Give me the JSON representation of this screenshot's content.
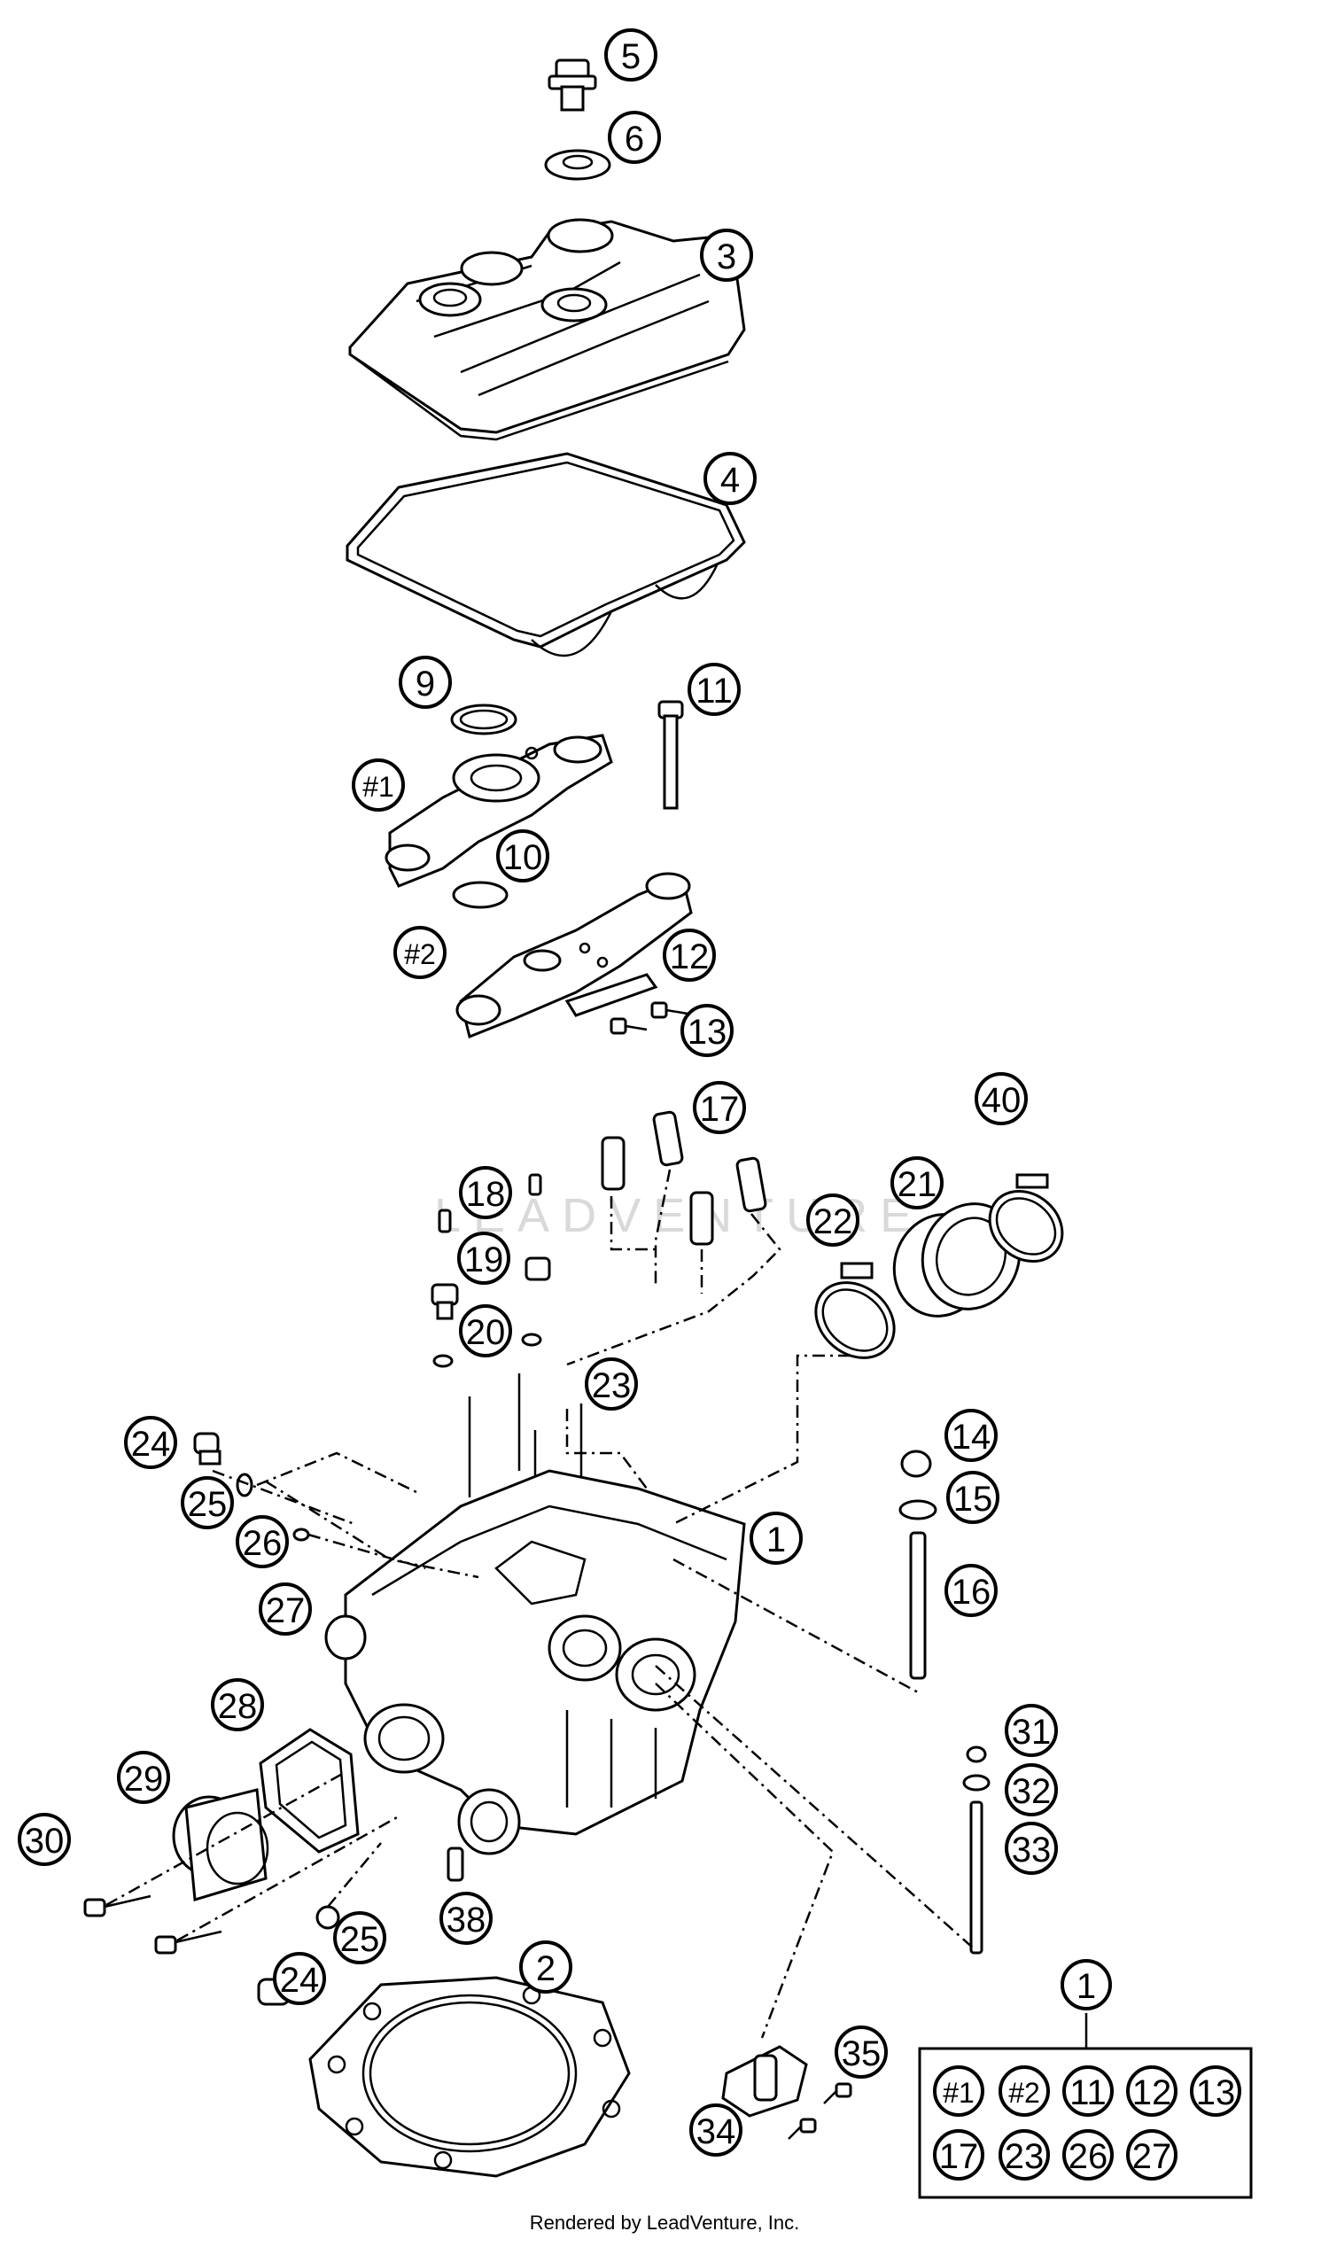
{
  "diagram": {
    "watermark": "LEADVENTURE",
    "footer": "Rendered by LeadVenture, Inc.",
    "callouts": [
      {
        "id": "c5",
        "label": "5"
      },
      {
        "id": "c6",
        "label": "6"
      },
      {
        "id": "c3",
        "label": "3"
      },
      {
        "id": "c4",
        "label": "4"
      },
      {
        "id": "c9",
        "label": "9"
      },
      {
        "id": "c11",
        "label": "11"
      },
      {
        "id": "cm1",
        "label": "#1"
      },
      {
        "id": "c10",
        "label": "10"
      },
      {
        "id": "cm2",
        "label": "#2"
      },
      {
        "id": "c12",
        "label": "12"
      },
      {
        "id": "c13",
        "label": "13"
      },
      {
        "id": "c17",
        "label": "17"
      },
      {
        "id": "c40",
        "label": "40"
      },
      {
        "id": "c21",
        "label": "21"
      },
      {
        "id": "c18",
        "label": "18"
      },
      {
        "id": "c22",
        "label": "22"
      },
      {
        "id": "c19",
        "label": "19"
      },
      {
        "id": "c20",
        "label": "20"
      },
      {
        "id": "c23",
        "label": "23"
      },
      {
        "id": "c24a",
        "label": "24"
      },
      {
        "id": "c14",
        "label": "14"
      },
      {
        "id": "c25a",
        "label": "25"
      },
      {
        "id": "c15",
        "label": "15"
      },
      {
        "id": "c1",
        "label": "1"
      },
      {
        "id": "c26",
        "label": "26"
      },
      {
        "id": "c16",
        "label": "16"
      },
      {
        "id": "c27",
        "label": "27"
      },
      {
        "id": "c28",
        "label": "28"
      },
      {
        "id": "c31",
        "label": "31"
      },
      {
        "id": "c29",
        "label": "29"
      },
      {
        "id": "c32",
        "label": "32"
      },
      {
        "id": "c30",
        "label": "30"
      },
      {
        "id": "c33",
        "label": "33"
      },
      {
        "id": "c25b",
        "label": "25"
      },
      {
        "id": "c38",
        "label": "38"
      },
      {
        "id": "c2",
        "label": "2"
      },
      {
        "id": "c24b",
        "label": "24"
      },
      {
        "id": "c35",
        "label": "35"
      },
      {
        "id": "c34",
        "label": "34"
      }
    ],
    "kit": {
      "label": "1",
      "items": [
        "#1",
        "#2",
        "11",
        "12",
        "13",
        "17",
        "23",
        "26",
        "27"
      ]
    }
  }
}
